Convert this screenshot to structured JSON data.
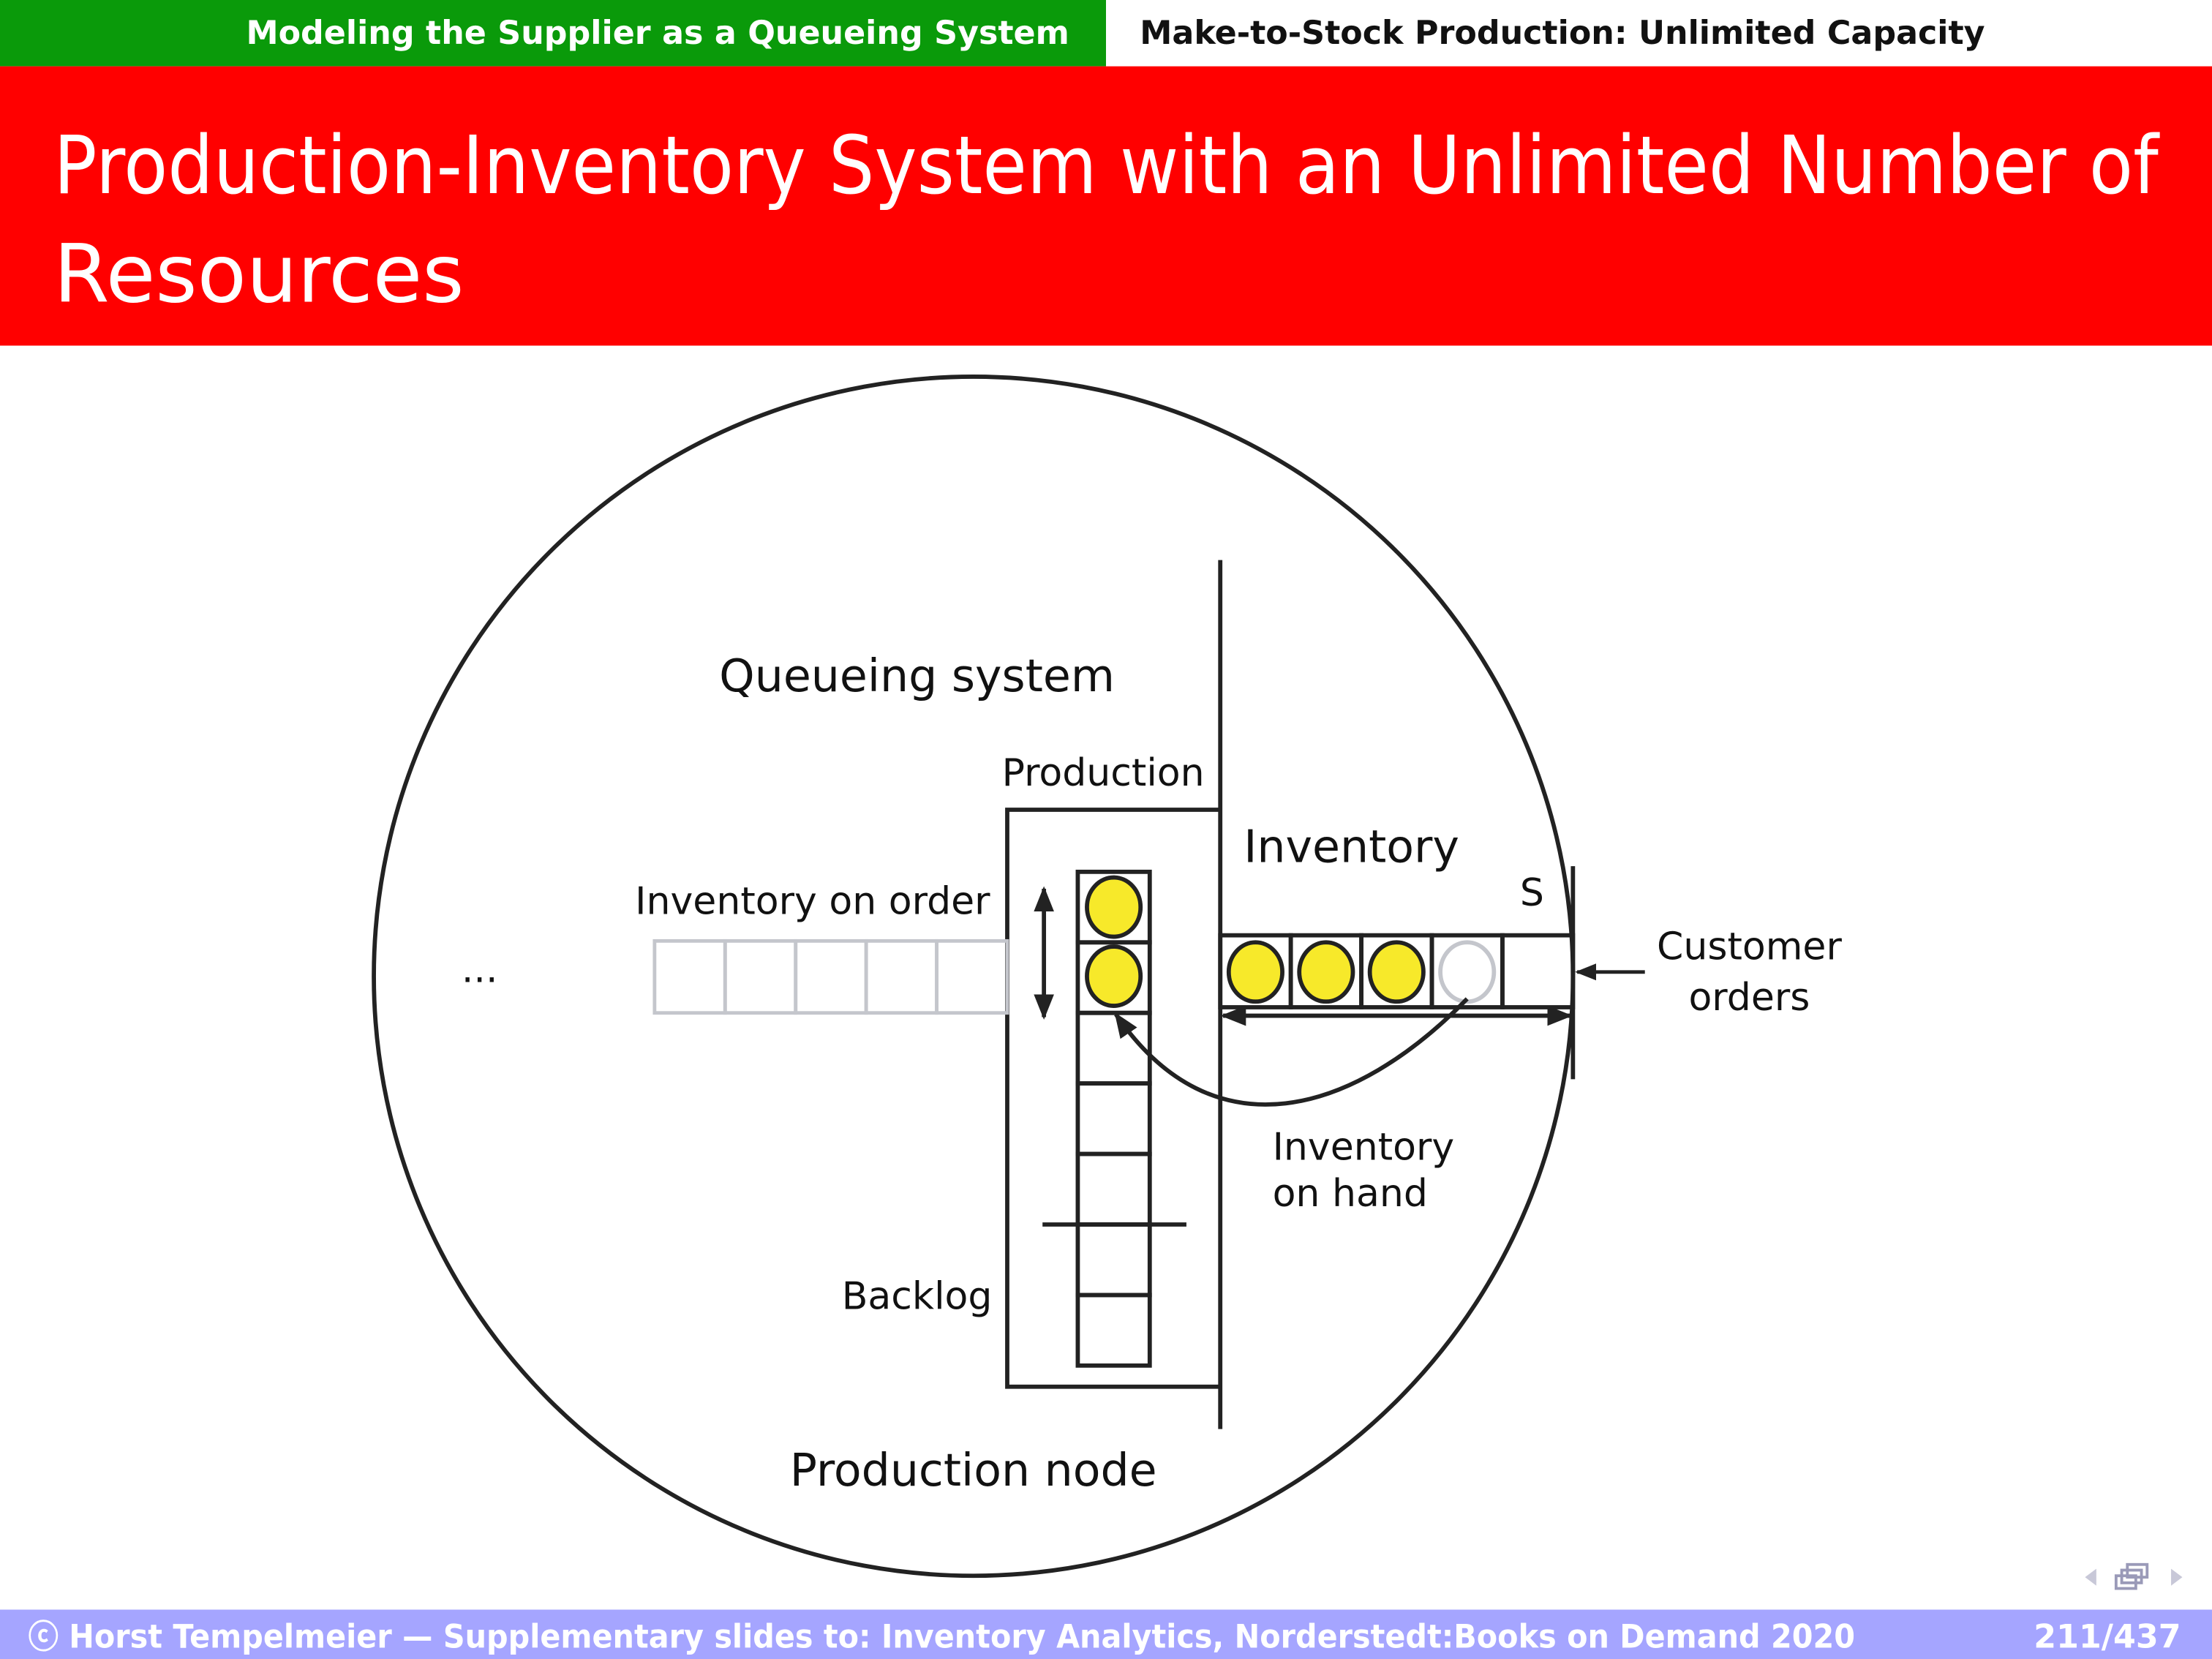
{
  "header": {
    "section": "Modeling the Supplier as a Queueing System",
    "subsection": "Make-to-Stock Production: Unlimited Capacity",
    "section_color": "#0a9a0a",
    "title_line1": "Production-Inventory System with an Unlimited Number of",
    "title_line2": "Resources",
    "title_color": "#ff0000"
  },
  "diagram": {
    "queueing_system": "Queueing system",
    "production": "Production",
    "inventory": "Inventory",
    "inventory_on_order": "Inventory on order",
    "ellipsis": "...",
    "s_label": "S",
    "customer_orders_1": "Customer",
    "customer_orders_2": "orders",
    "inventory_on_hand_1": "Inventory",
    "inventory_on_hand_2": "on hand",
    "backlog": "Backlog",
    "production_node": "Production node",
    "item_color": "#f7e92a"
  },
  "footer": {
    "credit": "ⓒ Horst Tempelmeier — Supplementary slides to: Inventory Analytics, Norderstedt:Books on Demand 2020",
    "page": "211/437",
    "color": "#a5a5ff"
  }
}
